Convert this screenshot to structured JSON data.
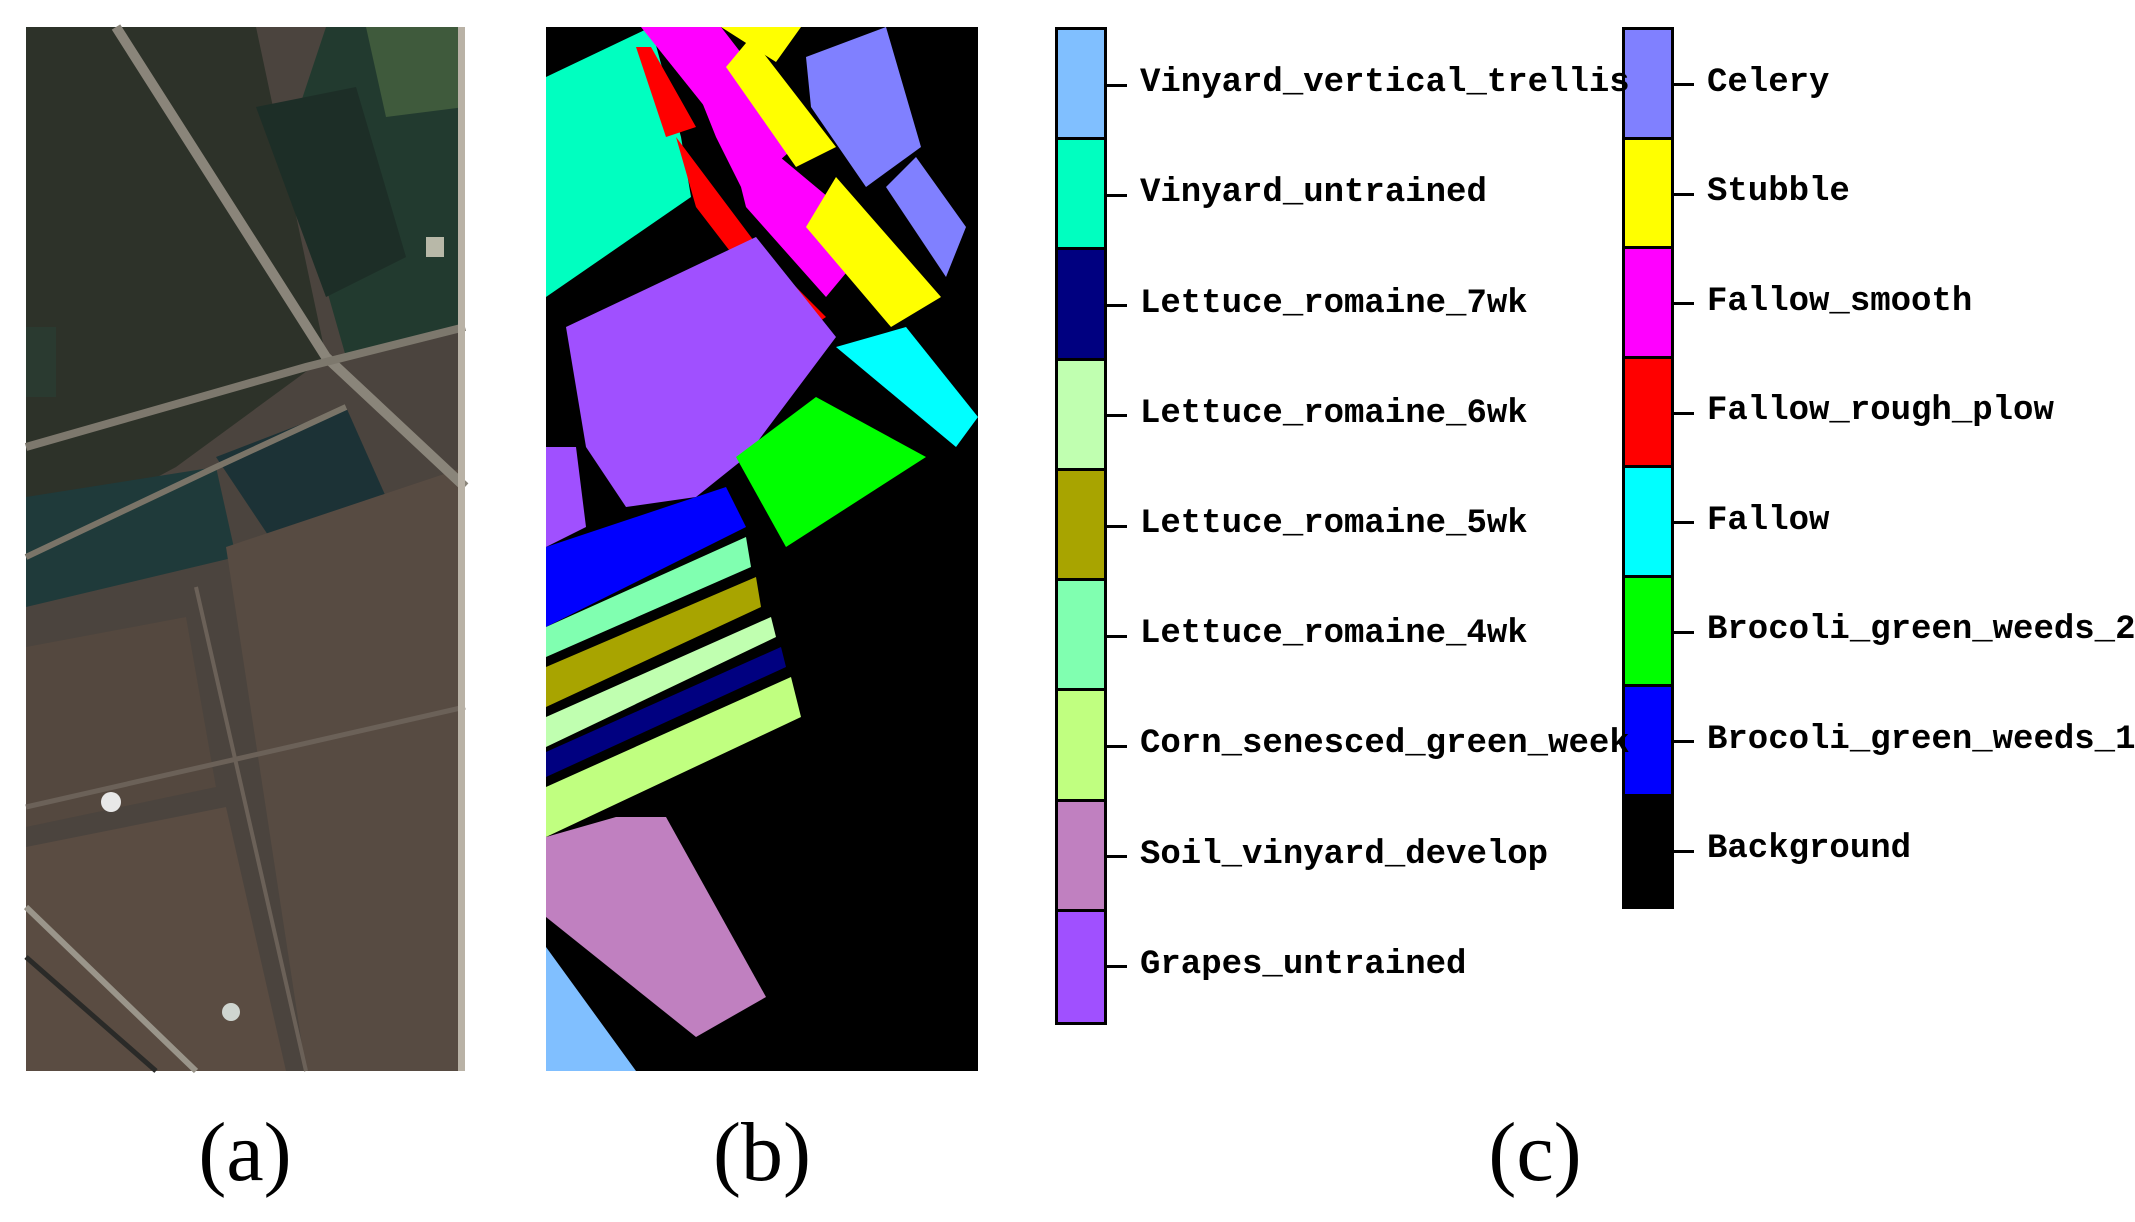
{
  "captions": {
    "a": "(a)",
    "b": "(b)",
    "c": "(c)"
  },
  "legend": {
    "left": [
      {
        "label": "Vinyard_vertical_trellis",
        "color": "#80bfff"
      },
      {
        "label": "Vinyard_untrained",
        "color": "#00ffc0"
      },
      {
        "label": "Lettuce_romaine_7wk",
        "color": "#000080"
      },
      {
        "label": "Lettuce_romaine_6wk",
        "color": "#c0ffb0"
      },
      {
        "label": "Lettuce_romaine_5wk",
        "color": "#a8a400"
      },
      {
        "label": "Lettuce_romaine_4wk",
        "color": "#80ffb0"
      },
      {
        "label": "Corn_senesced_green_week",
        "color": "#c0ff80"
      },
      {
        "label": "Soil_vinyard_develop",
        "color": "#c080c0"
      },
      {
        "label": "Grapes_untrained",
        "color": "#a050ff"
      }
    ],
    "right": [
      {
        "label": "Celery",
        "color": "#8080ff"
      },
      {
        "label": "Stubble",
        "color": "#ffff00"
      },
      {
        "label": "Fallow_smooth",
        "color": "#ff00ff"
      },
      {
        "label": "Fallow_rough_plow",
        "color": "#ff0000"
      },
      {
        "label": "Fallow",
        "color": "#00ffff"
      },
      {
        "label": "Brocoli_green_weeds_2",
        "color": "#00ff00"
      },
      {
        "label": "Brocoli_green_weeds_1",
        "color": "#0000ff"
      },
      {
        "label": "Background",
        "color": "#000000"
      }
    ]
  }
}
